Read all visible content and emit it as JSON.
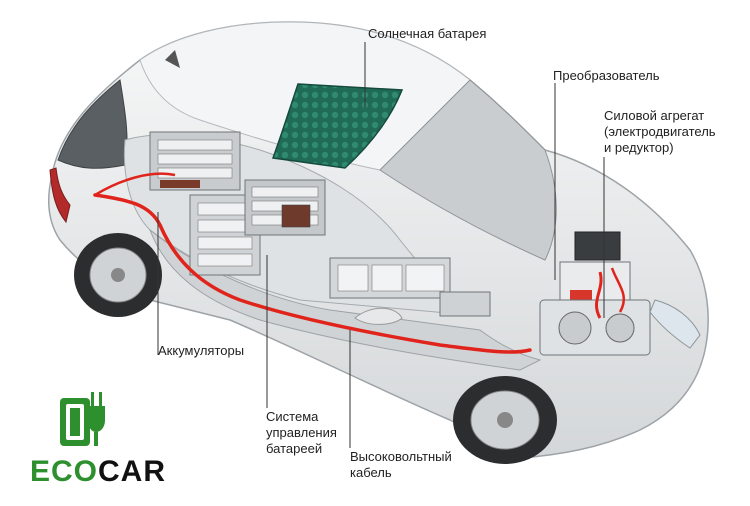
{
  "labels": {
    "solar": "Солнечная батарея",
    "converter": "Преобразователь",
    "power_unit": "Силовой агрегат\n(электродвигатель\nи редуктор)",
    "batteries": "Аккумуляторы",
    "bms": "Система\nуправления\nбатареей",
    "cable": "Высоковольтный\nкабель"
  },
  "logo": {
    "part1": "ECO",
    "part2": "CAR",
    "color_eco": "#2e8f2e",
    "color_car": "#111111"
  },
  "colors": {
    "cable": "#e0241b",
    "solar_panel": "#1f6b55",
    "car_body": "#eceeef",
    "leader_line": "#333333"
  }
}
